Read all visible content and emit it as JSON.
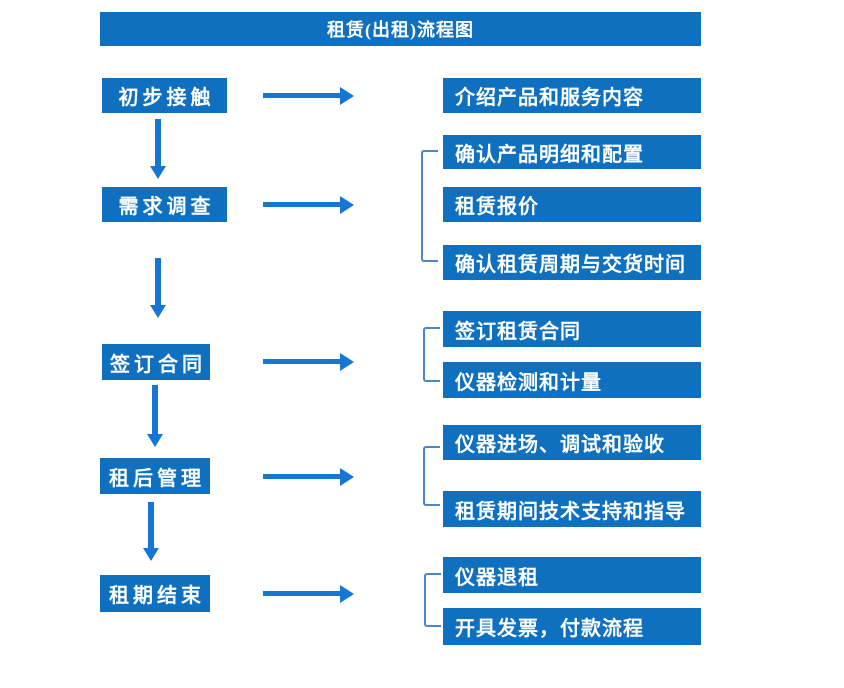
{
  "title": "租赁(出租)流程图",
  "colors": {
    "box_blue": "#0e70bf",
    "arrow_blue": "#1577d2",
    "bracket_blue": "#4d86c6",
    "text": "#ffffff",
    "background": "#ffffff"
  },
  "stages": [
    {
      "label": "初步接触",
      "outputs": [
        "介绍产品和服务内容"
      ]
    },
    {
      "label": "需求调查",
      "outputs": [
        "确认产品明细和配置",
        "租赁报价",
        "确认租赁周期与交货时间"
      ]
    },
    {
      "label": "签订合同",
      "outputs": [
        "签订租赁合同",
        "仪器检测和计量"
      ]
    },
    {
      "label": "租后管理",
      "outputs": [
        "仪器进场、调试和验收",
        "租赁期间技术支持和指导"
      ]
    },
    {
      "label": "租期结束",
      "outputs": [
        "仪器退租",
        "开具发票，付款流程"
      ]
    }
  ]
}
